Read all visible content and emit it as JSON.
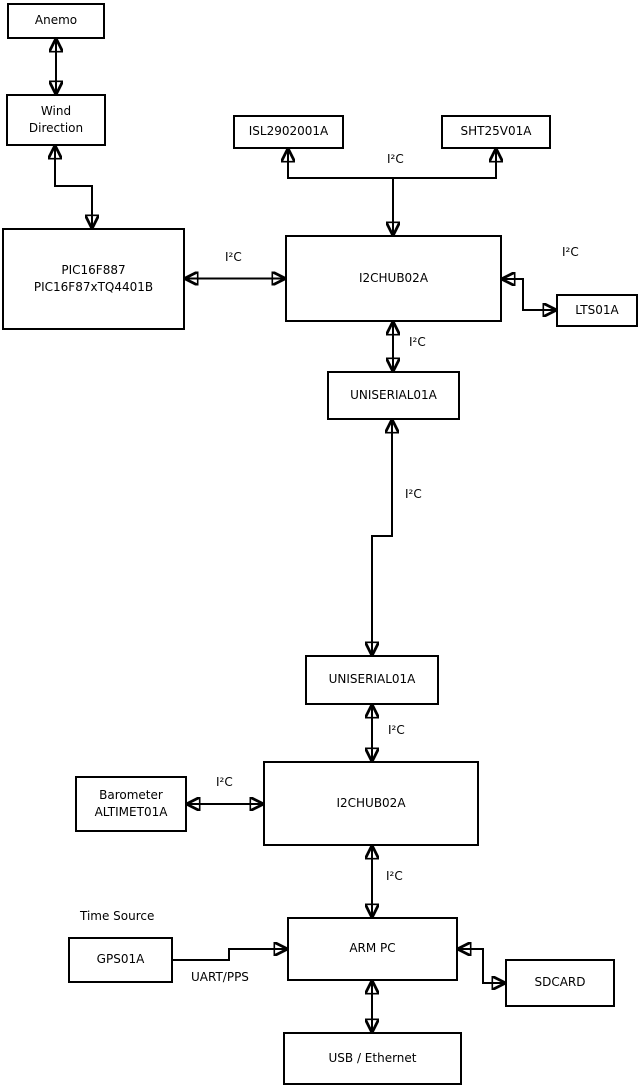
{
  "diagram": {
    "colors": {
      "stroke": "#000000",
      "background": "#ffffff"
    },
    "nodes": {
      "anemo": {
        "label": "Anemo"
      },
      "wind_direction": {
        "label": "Wind\nDirection"
      },
      "pic": {
        "label": "PIC16F887\nPIC16F87xTQ4401B"
      },
      "isl": {
        "label": "ISL2902001A"
      },
      "sht": {
        "label": "SHT25V01A"
      },
      "i2c_hub_1": {
        "label": "I2CHUB02A"
      },
      "lts": {
        "label": "LTS01A"
      },
      "uniserial_1": {
        "label": "UNISERIAL01A"
      },
      "uniserial_2": {
        "label": "UNISERIAL01A"
      },
      "i2c_hub_2": {
        "label": "I2CHUB02A"
      },
      "barometer": {
        "label": "Barometer\nALTIMET01A"
      },
      "gps": {
        "label": "GPS01A"
      },
      "arm_pc": {
        "label": "ARM PC"
      },
      "sdcard": {
        "label": "SDCARD"
      },
      "usb_ethernet": {
        "label": "USB / Ethernet"
      }
    },
    "edge_labels": {
      "i2c_sensor_branch": "I²C",
      "i2c_pic_hub1": "I²C",
      "i2c_hub1_lts": "I²C",
      "i2c_hub1_uniserial1": "I²C",
      "i2c_uniserial_link": "I²C",
      "i2c_uniserial2_hub2": "I²C",
      "i2c_barometer_hub2": "I²C",
      "i2c_hub2_armpc": "I²C",
      "uart_pps": "UART/PPS",
      "time_source": "Time Source"
    },
    "edges": [
      {
        "from": "anemo",
        "to": "wind_direction",
        "arrows": "both"
      },
      {
        "from": "wind_direction",
        "to": "pic",
        "arrows": "both"
      },
      {
        "net": [
          "i2c_hub_1",
          "isl",
          "sht"
        ],
        "arrows": "all-ends",
        "label": "I²C"
      },
      {
        "from": "pic",
        "to": "i2c_hub_1",
        "arrows": "both",
        "label": "I²C"
      },
      {
        "from": "i2c_hub_1",
        "to": "lts",
        "arrows": "both",
        "label": "I²C"
      },
      {
        "from": "i2c_hub_1",
        "to": "uniserial_1",
        "arrows": "both",
        "label": "I²C"
      },
      {
        "from": "uniserial_1",
        "to": "uniserial_2",
        "arrows": "both",
        "label": "I²C"
      },
      {
        "from": "uniserial_2",
        "to": "i2c_hub_2",
        "arrows": "both",
        "label": "I²C"
      },
      {
        "from": "barometer",
        "to": "i2c_hub_2",
        "arrows": "both",
        "label": "I²C"
      },
      {
        "from": "i2c_hub_2",
        "to": "arm_pc",
        "arrows": "both",
        "label": "I²C"
      },
      {
        "from": "gps",
        "to": "arm_pc",
        "arrows": "forward",
        "label": "UART/PPS"
      },
      {
        "from": "arm_pc",
        "to": "sdcard",
        "arrows": "both"
      },
      {
        "from": "arm_pc",
        "to": "usb_ethernet",
        "arrows": "both"
      }
    ]
  }
}
